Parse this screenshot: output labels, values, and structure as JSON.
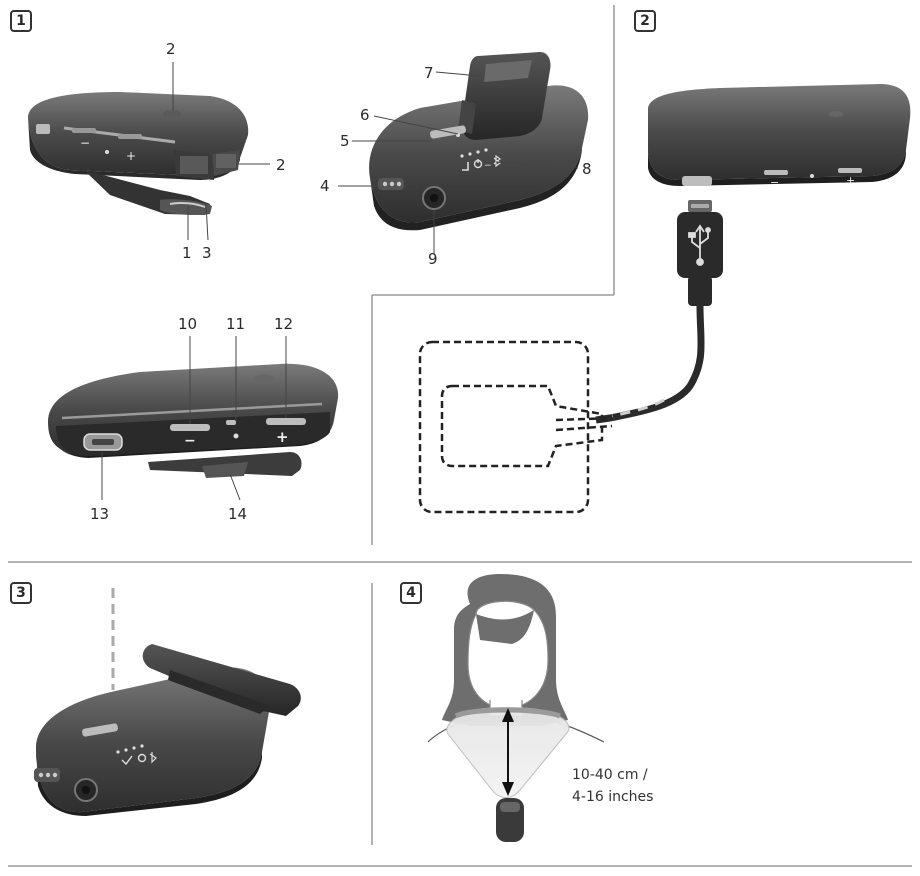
{
  "panels": [
    {
      "id": "1",
      "label": "1"
    },
    {
      "id": "2",
      "label": "2"
    },
    {
      "id": "3",
      "label": "3"
    },
    {
      "id": "4",
      "label": "4"
    }
  ],
  "callouts": {
    "c1": "1",
    "c2a": "2",
    "c2b": "2",
    "c3": "3",
    "c4": "4",
    "c5": "5",
    "c6": "6",
    "c7": "7",
    "c8": "8",
    "c9": "9",
    "c10": "10",
    "c11": "11",
    "c12": "12",
    "c13": "13",
    "c14": "14"
  },
  "distance": {
    "line1": "10-40 cm /",
    "line2": "4-16 inches"
  },
  "button_signs": {
    "minus": "−",
    "plus": "+"
  },
  "colors": {
    "device_dark": "#3a3a3a",
    "device_mid": "#5a5a5a",
    "device_light": "#8a8a8a",
    "hair": "#6e6e6e",
    "rule": "#888888"
  },
  "icons": [
    "usb-icon",
    "power-icon",
    "bluetooth-icon",
    "microphone-icon",
    "arrow-down-icon"
  ]
}
